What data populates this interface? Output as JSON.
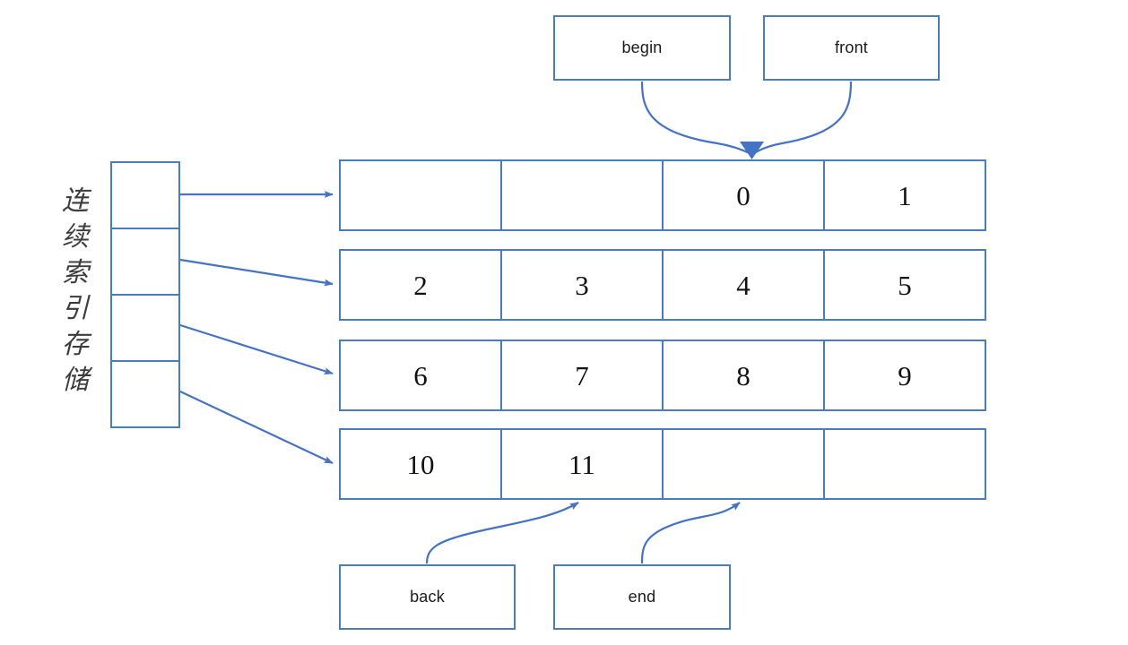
{
  "diagram": {
    "title": "deque contiguous index storage diagram",
    "caption": {
      "name": "continuous-index-storage-label",
      "text": "连续索引存储",
      "characters": [
        "连",
        "续",
        "索",
        "引",
        "存",
        "储"
      ]
    },
    "colors": {
      "stroke_blue": "#4a7ebb",
      "arrow_blue": "#4472c4",
      "text_dark": "#1a1a1a",
      "caption_gray": "#3c3c3c",
      "background": "#ffffff"
    },
    "pointers": [
      {
        "id": "begin",
        "label": "begin",
        "points_to": "row1-cell3-left-edge"
      },
      {
        "id": "front",
        "label": "front",
        "points_to": "row1-cell3-left-edge"
      },
      {
        "id": "back",
        "label": "back",
        "points_to": "row4-cell2-right-edge"
      },
      {
        "id": "end",
        "label": "end",
        "points_to": "row4-cell3-right-edge"
      }
    ],
    "index_table": {
      "name": "index-table",
      "cells": [
        "",
        "",
        "",
        ""
      ]
    },
    "storage_rows": [
      {
        "name": "storage-row-1",
        "cells": [
          "",
          "",
          "0",
          "1"
        ]
      },
      {
        "name": "storage-row-2",
        "cells": [
          "2",
          "3",
          "4",
          "5"
        ]
      },
      {
        "name": "storage-row-3",
        "cells": [
          "6",
          "7",
          "8",
          "9"
        ]
      },
      {
        "name": "storage-row-4",
        "cells": [
          "10",
          "11",
          "",
          ""
        ]
      }
    ]
  }
}
